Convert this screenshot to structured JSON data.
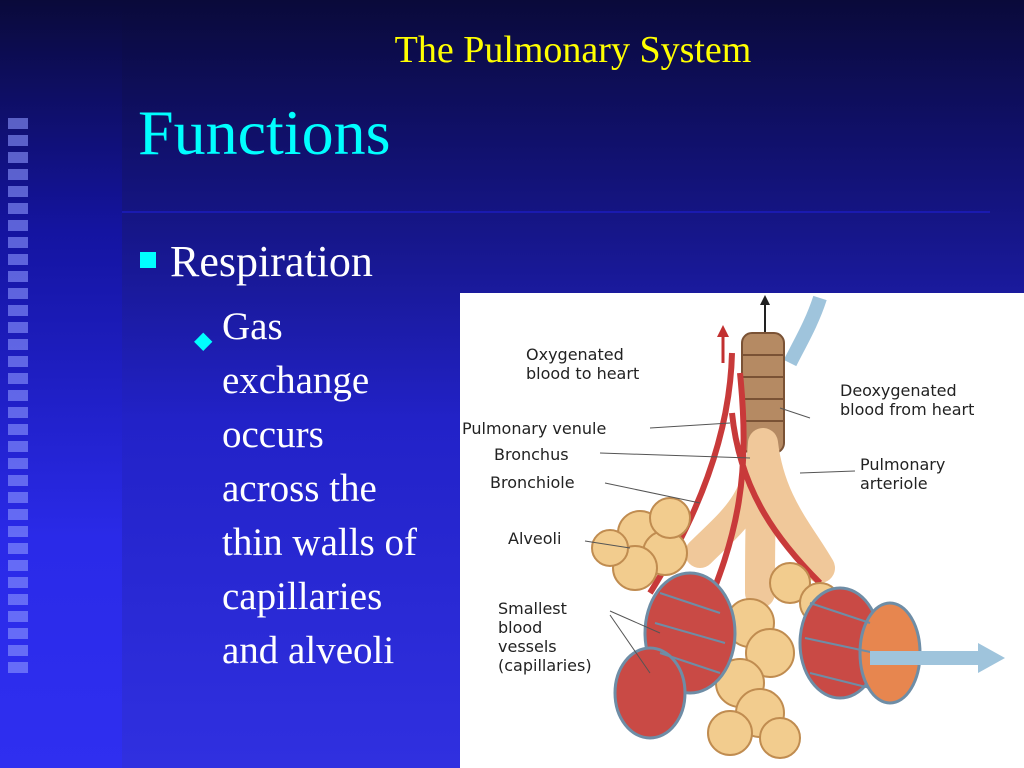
{
  "slide": {
    "subtitle": "The Pulmonary System",
    "title": "Functions",
    "bullet_level1": "Respiration",
    "bullet_level2_lines": [
      "Gas",
      "exchange",
      "occurs",
      "across the",
      "thin walls of",
      "capillaries",
      "and alveoli"
    ]
  },
  "figure": {
    "labels": {
      "oxygenated": [
        "Oxygenated",
        "blood to heart"
      ],
      "deoxygenated": [
        "Deoxygenated",
        "blood from heart"
      ],
      "venule": "Pulmonary venule",
      "bronchus": "Bronchus",
      "bronchiole": "Bronchiole",
      "arteriole": [
        "Pulmonary",
        "arteriole"
      ],
      "alveoli": "Alveoli",
      "capillaries": [
        "Smallest",
        "blood",
        "vessels",
        "(capillaries)"
      ]
    }
  },
  "colors": {
    "subtitle": "#ffff00",
    "title": "#00ffff",
    "bullet_marker": "#00ffff",
    "body_text": "#ffffff"
  }
}
